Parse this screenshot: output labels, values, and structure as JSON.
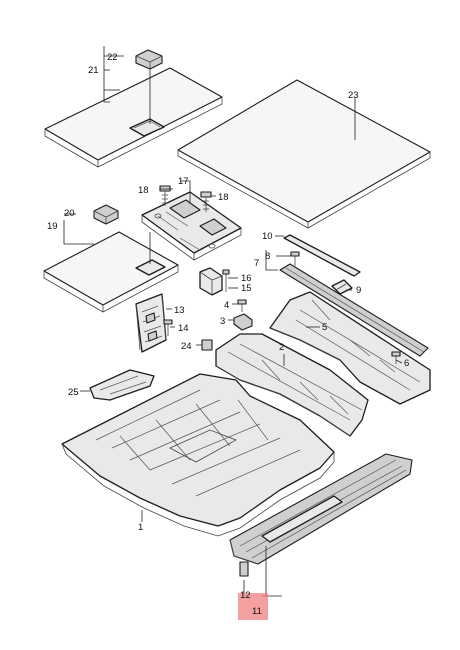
{
  "callouts": [
    {
      "id": "1",
      "label": "1"
    },
    {
      "id": "2",
      "label": "2"
    },
    {
      "id": "3",
      "label": "3"
    },
    {
      "id": "4",
      "label": "4"
    },
    {
      "id": "5",
      "label": "5"
    },
    {
      "id": "6",
      "label": "6"
    },
    {
      "id": "7",
      "label": "7"
    },
    {
      "id": "8",
      "label": "8"
    },
    {
      "id": "9",
      "label": "9"
    },
    {
      "id": "10",
      "label": "10"
    },
    {
      "id": "11",
      "label": "11"
    },
    {
      "id": "12",
      "label": "12"
    },
    {
      "id": "13",
      "label": "13"
    },
    {
      "id": "14",
      "label": "14"
    },
    {
      "id": "15",
      "label": "15"
    },
    {
      "id": "16",
      "label": "16"
    },
    {
      "id": "17",
      "label": "17"
    },
    {
      "id": "18a",
      "label": "18"
    },
    {
      "id": "18b",
      "label": "18"
    },
    {
      "id": "19",
      "label": "19"
    },
    {
      "id": "20",
      "label": "20"
    },
    {
      "id": "21",
      "label": "21"
    },
    {
      "id": "22",
      "label": "22"
    },
    {
      "id": "23",
      "label": "23"
    },
    {
      "id": "24",
      "label": "24"
    },
    {
      "id": "25",
      "label": "25"
    }
  ],
  "highlight": {
    "color": "#f08080"
  }
}
